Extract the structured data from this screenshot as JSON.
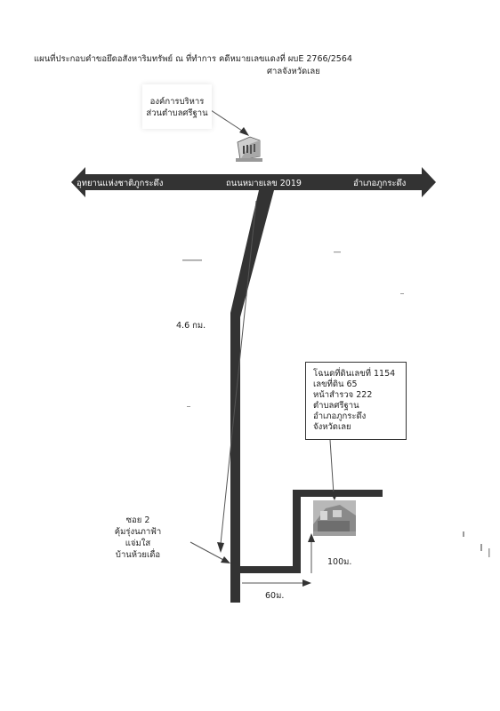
{
  "title": {
    "line1": "แผนที่ประกอบคำขอยึดอสังหาริมทรัพย์ ณ ที่ทำการ คดีหมายเลขแดงที่ ผบE 2766/2564",
    "line2": "ศาลจังหวัดเลย"
  },
  "office": {
    "line1": "องค์การบริหาร",
    "line2": "ส่วนตำบลศรีฐาน"
  },
  "main_road": {
    "west_label": "อุทยานแห่งชาติภูกระดึง",
    "center_label": "ถนนหมายเลข 2019",
    "east_label": "อำเภอภูกระดึง"
  },
  "distances": {
    "branch_road": "4.6 กม.",
    "soi_horizontal": "60ม.",
    "to_parcel": "100ม."
  },
  "soi": {
    "line1": "ซอย 2",
    "line2": "คุ้มรุ่งนภาฟ้า",
    "line3": "แจ่มใส",
    "line4": "บ้านห้วยเดื่อ"
  },
  "parcel": {
    "line1": "โฉนดที่ดินเลขที่ 1154",
    "line2": "เลขที่ดิน 65",
    "line3": "หน้าสำรวจ 222",
    "line4": "ตำบลศรีฐาน",
    "line5": "อำเภอภูกระดึง",
    "line6": "จังหวัดเลย"
  }
}
